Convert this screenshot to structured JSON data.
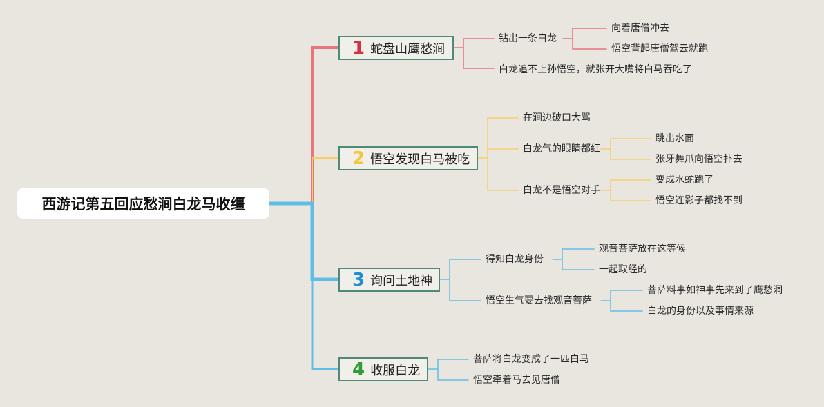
{
  "root": {
    "title": "西游记第五回应愁涧白龙马收缰"
  },
  "colors": {
    "b1": "#e8747c",
    "b2": "#f5cf6a",
    "b3": "#62bde6",
    "b4": "#62bde6",
    "num1": "#d9303f",
    "num2": "#f1c83c",
    "num3": "#1e8fd2",
    "num4": "#2f9b39",
    "box_border": "#4f8a78",
    "background": "#e9e6df"
  },
  "branches": [
    {
      "num": "1",
      "label": "蛇盘山鹰愁涧",
      "children": [
        {
          "label": "钻出一条白龙",
          "children": [
            "向着唐僧冲去",
            "悟空背起唐僧驾云就跑"
          ]
        },
        {
          "label": "白龙追不上孙悟空，就张开大嘴将白马吞吃了",
          "children": []
        }
      ]
    },
    {
      "num": "2",
      "label": "悟空发现白马被吃",
      "children": [
        {
          "label": "在涧边破口大骂",
          "children": []
        },
        {
          "label": "白龙气的眼睛都红",
          "children": [
            "跳出水面",
            "张牙舞爪向悟空扑去"
          ]
        },
        {
          "label": "白龙不是悟空对手",
          "children": [
            "变成水蛇跑了",
            "悟空连影子都找不到"
          ]
        }
      ]
    },
    {
      "num": "3",
      "label": "询问土地神",
      "children": [
        {
          "label": "得知白龙身份",
          "children": [
            "观音菩萨放在这等候",
            "一起取经的"
          ]
        },
        {
          "label": "悟空生气要去找观音菩萨",
          "children": [
            "菩萨料事如神事先来到了鹰愁洞",
            "白龙的身份以及事情来源"
          ]
        }
      ]
    },
    {
      "num": "4",
      "label": "收服白龙",
      "children": [
        {
          "label": "菩萨将白龙变成了一匹白马",
          "children": []
        },
        {
          "label": "悟空牵着马去见唐僧",
          "children": []
        }
      ]
    }
  ]
}
